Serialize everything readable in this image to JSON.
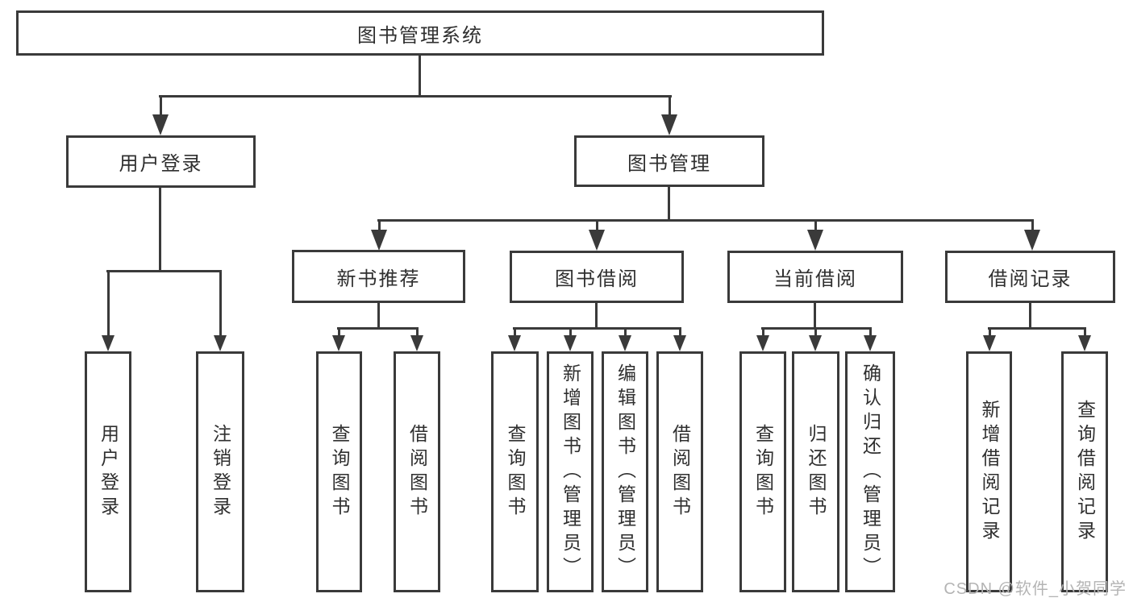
{
  "diagram": {
    "root": {
      "label": "图书管理系统"
    },
    "branches": [
      {
        "label": "用户登录",
        "children": [
          {
            "label": "用户登录"
          },
          {
            "label": "注销登录"
          }
        ]
      },
      {
        "label": "图书管理",
        "sections": [
          {
            "label": "新书推荐",
            "children": [
              {
                "label": "查询图书"
              },
              {
                "label": "借阅图书"
              }
            ]
          },
          {
            "label": "图书借阅",
            "children": [
              {
                "label": "查询图书"
              },
              {
                "label": "新增图书（管理员）"
              },
              {
                "label": "编辑图书（管理员）"
              },
              {
                "label": "借阅图书"
              }
            ]
          },
          {
            "label": "当前借阅",
            "children": [
              {
                "label": "查询图书"
              },
              {
                "label": "归还图书"
              },
              {
                "label": "确认归还（管理员）"
              }
            ]
          },
          {
            "label": "借阅记录",
            "children": [
              {
                "label": "新增借阅记录"
              },
              {
                "label": "查询借阅记录"
              }
            ]
          }
        ]
      }
    ]
  },
  "watermark": {
    "text": "CSDN @软件_小贺同学"
  }
}
